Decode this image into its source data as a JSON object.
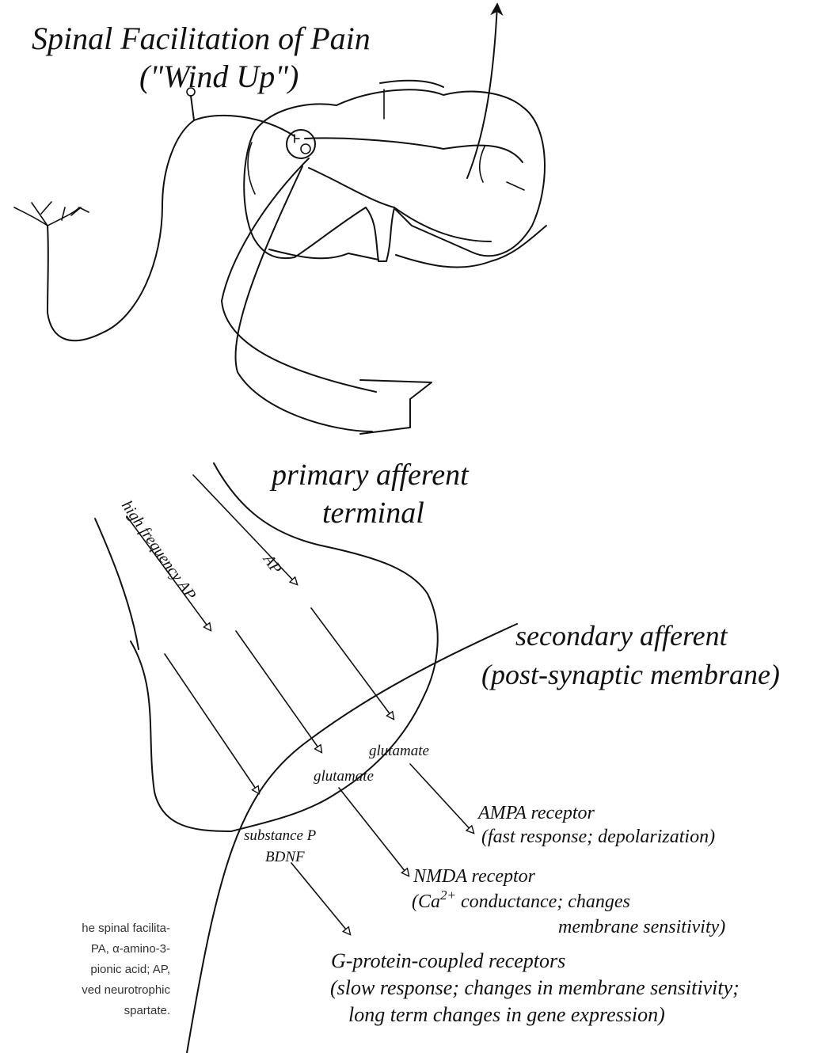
{
  "title": {
    "line1": "Spinal Facilitation of Pain",
    "line2": "(\"Wind Up\")"
  },
  "labels": {
    "primary_afferent_1": "primary afferent",
    "primary_afferent_2": "terminal",
    "secondary_afferent_1": "secondary afferent",
    "secondary_afferent_2": "(post-synaptic membrane)",
    "high_frequency_ap": "high frequency AP",
    "ap": "AP",
    "glutamate_1": "glutamate",
    "glutamate_2": "glutamate",
    "substance_p": "substance P",
    "bdnf": "BDNF"
  },
  "receptors": {
    "ampa": {
      "name": "AMPA receptor",
      "desc": "(fast response; depolarization)"
    },
    "nmda": {
      "name": "NMDA receptor",
      "desc1_pre": "(Ca",
      "desc1_sup": "2+",
      "desc1_post": " conductance; changes",
      "desc2": "membrane sensitivity)"
    },
    "gpcr": {
      "name": "G-protein-coupled receptors",
      "desc1": "(slow response; changes in membrane sensitivity;",
      "desc2": "long term changes in gene expression)"
    }
  },
  "caption": {
    "line1": "he spinal facilita-",
    "line2": "PA,  α-amino-3-",
    "line3": "pionic  acid;  AP,",
    "line4": "ved neurotrophic",
    "line5": "spartate."
  }
}
